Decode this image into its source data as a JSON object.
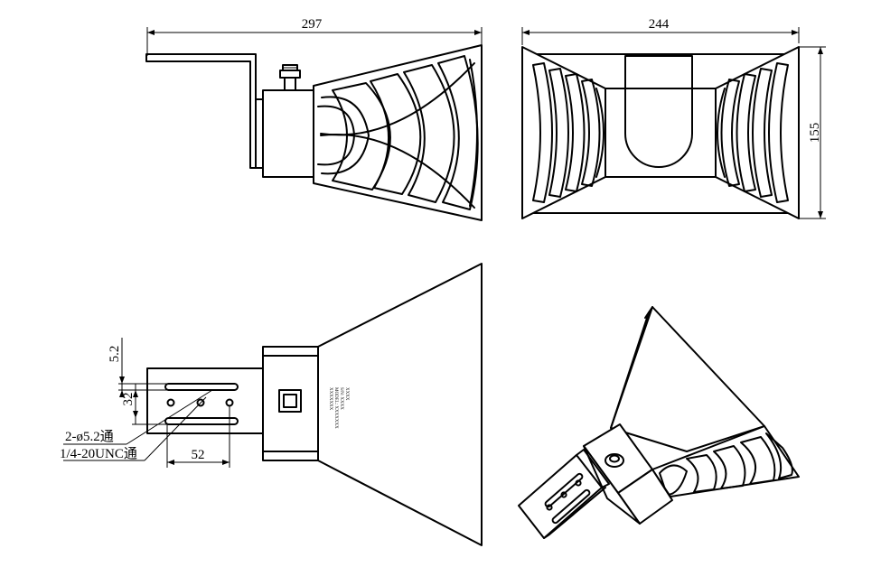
{
  "dimensions": {
    "side_width": "297",
    "front_width": "244",
    "front_height": "155",
    "slot_pitch": "5.2",
    "hole_spacing": "32",
    "bracket_offset": "52"
  },
  "callouts": {
    "through_holes": "2-ø5.2通",
    "threaded_holes": "1/4-20UNC通"
  },
  "nameplate": {
    "lines": [
      "XXXXXXX",
      "MODEL: XXXXXXX",
      "S/N: XXXX",
      "XXXX"
    ]
  }
}
